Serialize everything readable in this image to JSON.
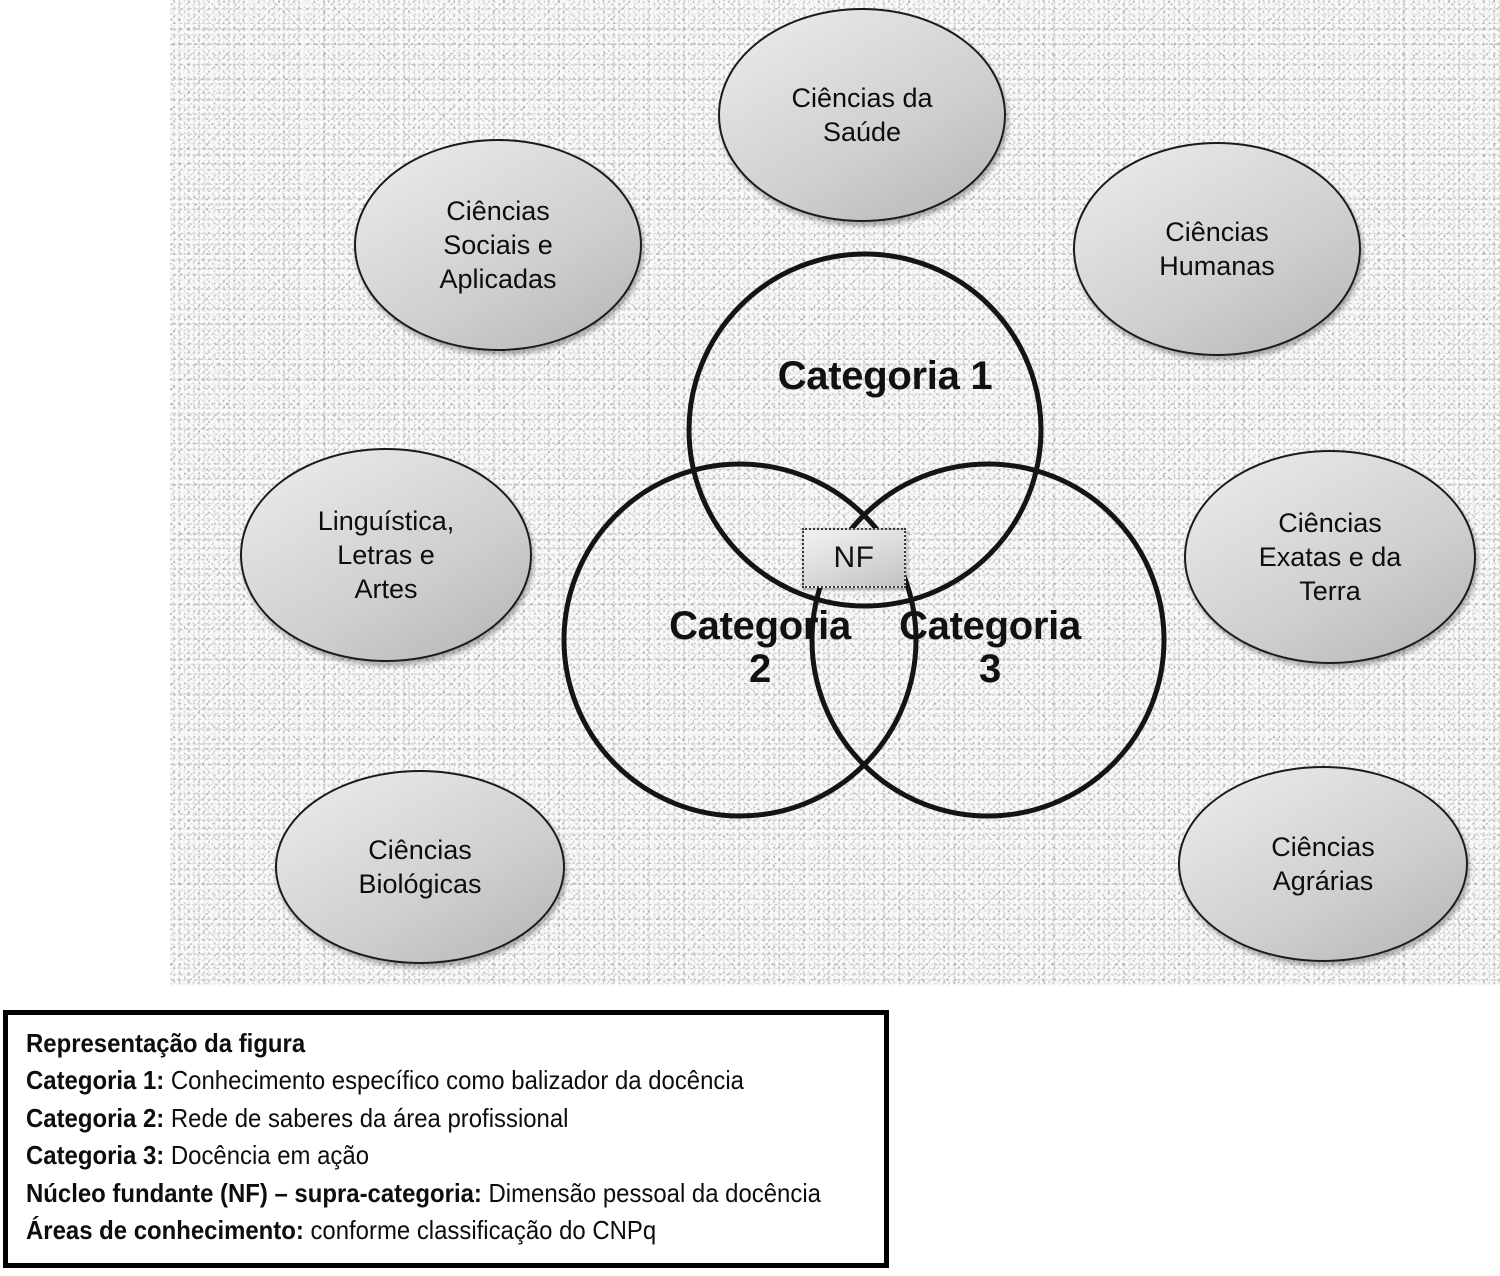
{
  "figure": {
    "venn": {
      "circles": [
        {
          "id": "categoria-1",
          "label": "Categoria  1"
        },
        {
          "id": "categoria-2",
          "label": "Categoria\n2"
        },
        {
          "id": "categoria-3",
          "label": "Categoria\n3"
        }
      ],
      "center_box": {
        "label": "NF",
        "name": "nucleo-fundante"
      }
    },
    "knowledge_areas": [
      {
        "id": "ciencias-da-saude",
        "label": "Ciências da\nSaúde"
      },
      {
        "id": "ciencias-sociais-e-aplicadas",
        "label": "Ciências\nSociais e\nAplicadas"
      },
      {
        "id": "ciencias-humanas",
        "label": "Ciências\nHumanas"
      },
      {
        "id": "linguistica-letras-e-artes",
        "label": "Linguística,\nLetras e\nArtes"
      },
      {
        "id": "ciencias-exatas-e-da-terra",
        "label": "Ciências\nExatas e da\nTerra"
      },
      {
        "id": "ciencias-biologicas",
        "label": "Ciências\nBiológicas"
      },
      {
        "id": "ciencias-agrarias",
        "label": "Ciências\nAgrárias"
      }
    ]
  },
  "legend": {
    "title": "Representação da figura",
    "rows": [
      {
        "label": "Categoria 1:",
        "value": " Conhecimento específico como balizador da docência"
      },
      {
        "label": "Categoria 2:",
        "value": " Rede de saberes da área profissional"
      },
      {
        "label": "Categoria 3:",
        "value": " Docência em ação"
      },
      {
        "label": "Núcleo fundante (NF) – supra-categoria:",
        "value": " Dimensão pessoal da docência"
      },
      {
        "label": "Áreas de conhecimento:",
        "value": " conforme classificação do CNPq"
      }
    ]
  },
  "colors": {
    "background": "#ffffff",
    "figure_background": "#f2f2f0",
    "stroke": "#1b1b1b",
    "text": "#0d0d0d"
  }
}
